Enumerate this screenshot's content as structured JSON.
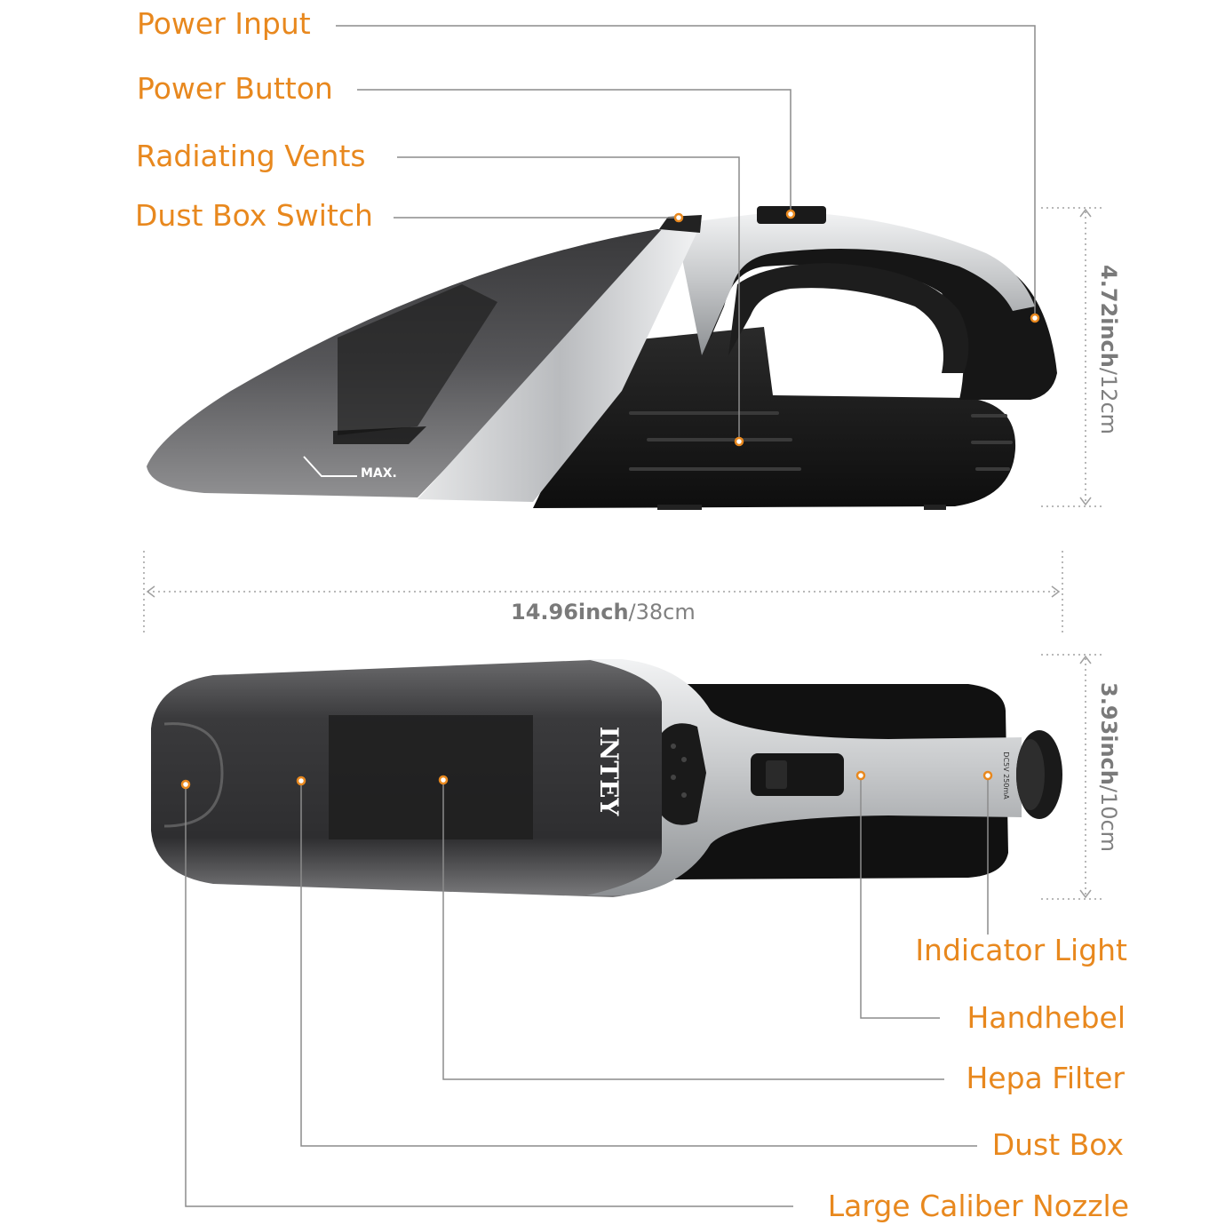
{
  "labels": {
    "power_input": "Power Input",
    "power_button": "Power Button",
    "radiating_vents": "Radiating Vents",
    "dust_box_switch": "Dust Box Switch",
    "indicator_light": "Indicator Light",
    "handhebel": "Handhebel",
    "hepa_filter": "Hepa Filter",
    "dust_box": "Dust Box",
    "large_caliber_nozzle": "Large Caliber Nozzle"
  },
  "dimensions": {
    "height_bold": "4.72inch",
    "height_rest": "/12cm",
    "length_bold": "14.96inch",
    "length_rest": "/38cm",
    "width_bold": "3.93inch",
    "width_rest": "/10cm"
  },
  "product": {
    "max_mark": "MAX.",
    "brand": "INTEY",
    "rating": "DC5V 250mA"
  },
  "colors": {
    "callout": "#e8881e",
    "leader_line": "#8c8c8c",
    "body_black": "#1c1c1c",
    "silver": "#c4c6c8",
    "smoke_tank": "#4a4a4c"
  }
}
